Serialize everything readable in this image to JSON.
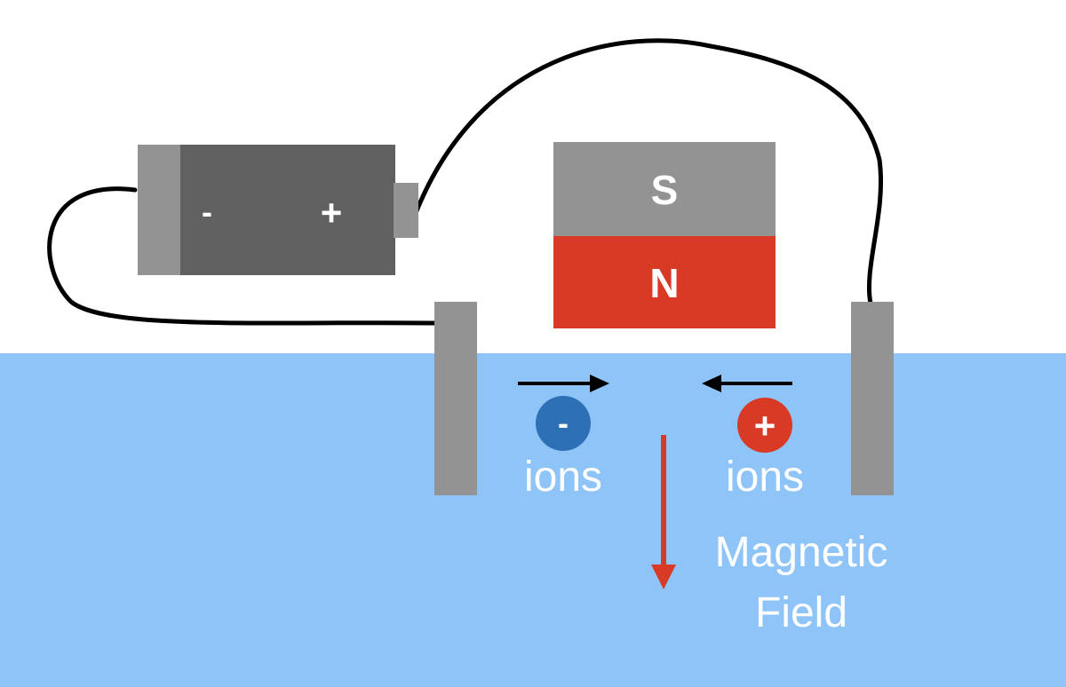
{
  "battery": {
    "negative_label": "-",
    "positive_label": "+"
  },
  "magnet": {
    "south_label": "S",
    "north_label": "N"
  },
  "negative_ion": {
    "sign": "-",
    "label": "ions"
  },
  "positive_ion": {
    "sign": "+",
    "label": "ions"
  },
  "magnetic_field": {
    "label_line1": "Magnetic",
    "label_line2": "Field"
  },
  "colors": {
    "water": "#8fc4f9",
    "battery_body": "#606060",
    "battery_cap": "#939393",
    "electrode": "#939393",
    "magnet_south": "#939393",
    "magnet_north": "#d93a26",
    "negative_ion": "#2e70b5",
    "positive_ion": "#d93a26",
    "field_arrow": "#d93a26",
    "wire": "#000000"
  }
}
